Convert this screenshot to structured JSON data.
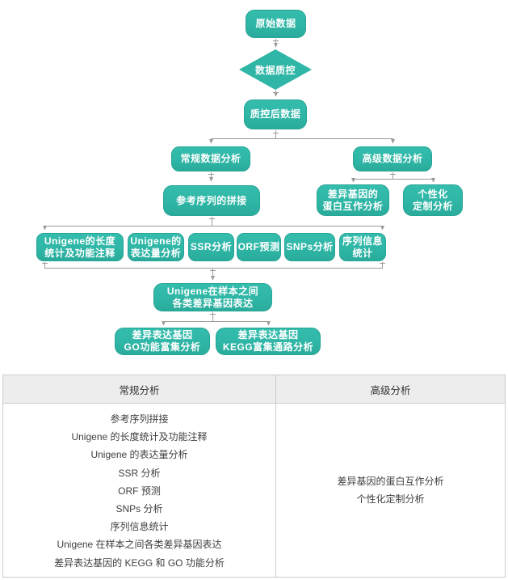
{
  "colors": {
    "teal": "#2fb6a6",
    "teal_border": "#26a595",
    "connector": "#9a9a9a",
    "table_border": "#cccccc",
    "header_bg": "#ededed",
    "body_text": "#404040",
    "node_text": "#ffffff"
  },
  "flowchart": {
    "raw_data": "原始数据",
    "qc_check": "数据质控",
    "post_qc_data": "质控后数据",
    "regular_analysis": "常规数据分析",
    "advanced_analysis": "高级数据分析",
    "ref_assembly": "参考序列的拼接",
    "protein_interaction": [
      "差异基因的",
      "蛋白互作分析"
    ],
    "custom_analysis": [
      "个性化",
      "定制分析"
    ],
    "unigene_length": [
      "Unigene的长度",
      "统计及功能注释"
    ],
    "unigene_expression": [
      "Unigene的",
      "表达量分析"
    ],
    "ssr_analysis": "SSR分析",
    "orf_prediction": "ORF预测",
    "snps_analysis": "SNPs分析",
    "seq_info": [
      "序列信息",
      "统计"
    ],
    "unigene_diff": [
      "Unigene在样本之间",
      "各类差异基因表达"
    ],
    "go_enrichment": [
      "差异表达基因",
      "GO功能富集分析"
    ],
    "kegg_enrichment": [
      "差异表达基因",
      "KEGG富集通路分析"
    ]
  },
  "table": {
    "headers": [
      "常规分析",
      "高级分析"
    ],
    "regular_items": [
      "参考序列拼接",
      "Unigene 的长度统计及功能注释",
      "Unigene 的表达量分析",
      "SSR 分析",
      "ORF 预测",
      "SNPs 分析",
      "序列信息统计",
      "Unigene 在样本之间各类差异基因表达",
      "差异表达基因的 KEGG 和 GO 功能分析"
    ],
    "advanced_items": [
      "差异基因的蛋白互作分析",
      "个性化定制分析"
    ]
  }
}
